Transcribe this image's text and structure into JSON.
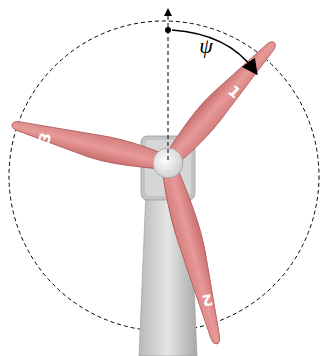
{
  "diagram": {
    "labels": [
      "ψ",
      "1",
      "2",
      "3"
    ]
  }
}
